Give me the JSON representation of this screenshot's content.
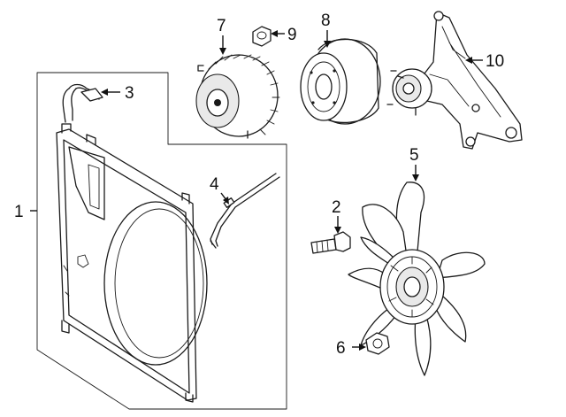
{
  "callouts": {
    "c1": "1",
    "c2": "2",
    "c3": "3",
    "c4": "4",
    "c5": "5",
    "c6": "6",
    "c7": "7",
    "c8": "8",
    "c9": "9",
    "c10": "10"
  },
  "colors": {
    "line": "#1a1a1a",
    "background": "#ffffff",
    "shade": "#e9e9e9"
  }
}
